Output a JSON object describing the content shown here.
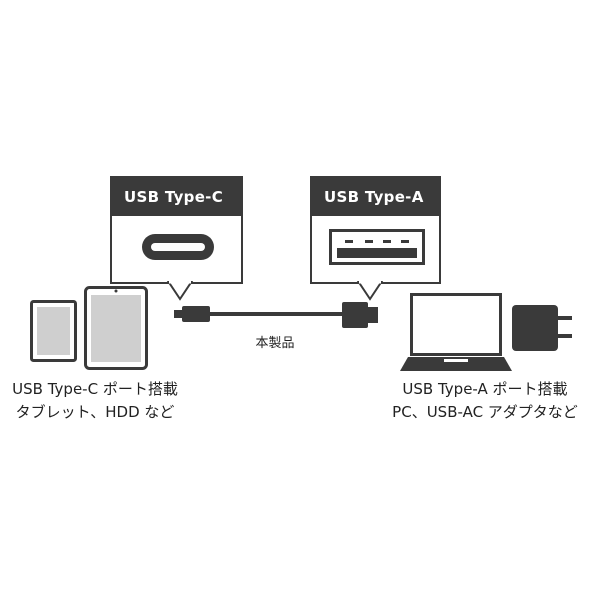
{
  "callouts": {
    "left": {
      "title": "USB Type-C",
      "port_icon": "usb-type-c-port-icon"
    },
    "right": {
      "title": "USB Type-A",
      "port_icon": "usb-type-a-port-icon"
    }
  },
  "cable": {
    "label": "本製品"
  },
  "left_device": {
    "caption_line1": "USB Type-C ポート搭載",
    "caption_line2": "タブレット、HDD など",
    "icons": [
      "hdd-icon",
      "tablet-icon"
    ]
  },
  "right_device": {
    "caption_line1": "USB Type-A ポート搭載",
    "caption_line2": "PC、USB-AC アダプタなど",
    "icons": [
      "laptop-icon",
      "ac-adapter-icon"
    ]
  },
  "colors": {
    "dark": "#3a3a3a",
    "light_gray": "#cfcfcf"
  }
}
